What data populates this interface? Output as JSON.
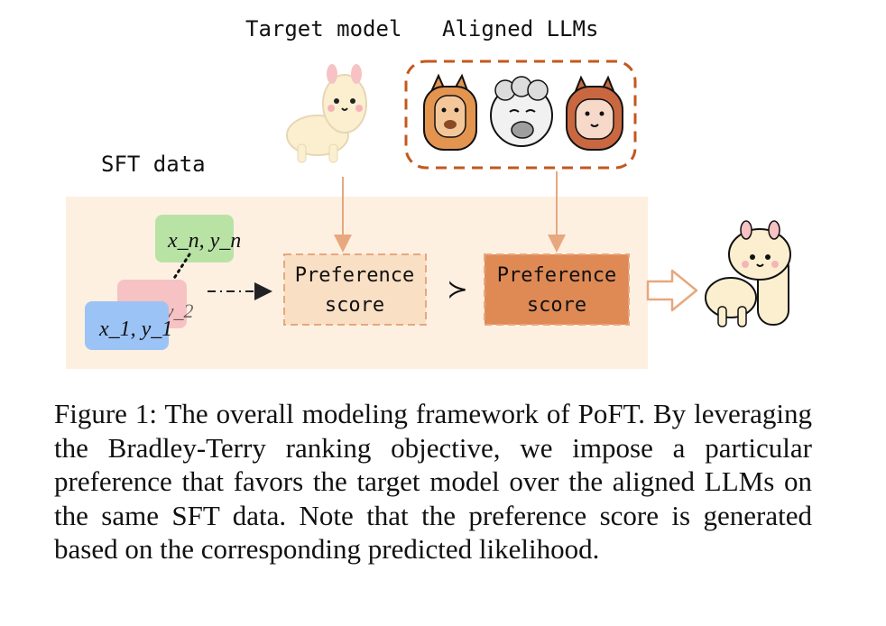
{
  "figure": {
    "target_model_label": "Target model",
    "aligned_llms_label": "Aligned LLMs",
    "sft_data_label": "SFT data",
    "sample_n_label": "x_n, y_n",
    "sample_2_label": "x_2, y_2",
    "sample_1_label": "x_1, y_1",
    "pref_left_line1": "Preference",
    "pref_left_line2": "score",
    "pref_right_line1": "Preference",
    "pref_right_line2": "score",
    "comparison_symbol": "≻",
    "colors": {
      "background_panel": "#fdf0e1",
      "pref_left_fill": "#f9dfc4",
      "pref_right_fill": "#df8a55",
      "dashed_frame": "#c2581f",
      "arrow": "#e7a77f",
      "sample_green": "#b9e3a5",
      "sample_pink": "#f6c2c4",
      "sample_blue": "#9cc3f5"
    }
  },
  "caption": "Figure 1: The overall modeling framework of PoFT. By leveraging the Bradley-Terry ranking objective, we impose a particular preference that favors the target model over the aligned LLMs on the same SFT data. Note that the preference score is generated based on the corresponding predicted likelihood."
}
